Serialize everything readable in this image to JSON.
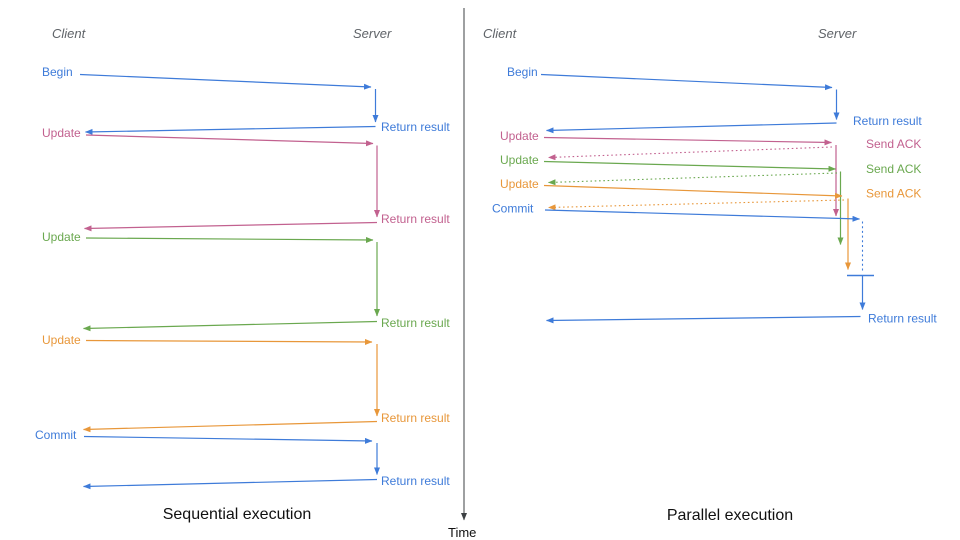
{
  "colors": {
    "blue": "#3e7bd9",
    "pink": "#c2618f",
    "green": "#6aa84f",
    "orange": "#e8973a",
    "axis": "#3c4043",
    "muted": "#5f6368",
    "title": "#111111"
  },
  "timeline": {
    "label": "Time"
  },
  "panels": {
    "left": {
      "title": "Sequential execution",
      "client": "Client",
      "server": "Server",
      "messages": [
        {
          "label": "Begin",
          "color": "blue",
          "response": "Return result"
        },
        {
          "label": "Update",
          "color": "pink",
          "response": "Return result"
        },
        {
          "label": "Update",
          "color": "green",
          "response": "Return result"
        },
        {
          "label": "Update",
          "color": "orange",
          "response": "Return result"
        },
        {
          "label": "Commit",
          "color": "blue",
          "response": "Return result"
        }
      ]
    },
    "right": {
      "title": "Parallel execution",
      "client": "Client",
      "server": "Server",
      "messages": [
        {
          "label": "Begin",
          "color": "blue",
          "response": "Return result"
        },
        {
          "label": "Update",
          "color": "pink",
          "response": "Send ACK"
        },
        {
          "label": "Update",
          "color": "green",
          "response": "Send ACK"
        },
        {
          "label": "Update",
          "color": "orange",
          "response": "Send ACK"
        },
        {
          "label": "Commit",
          "color": "blue",
          "response": "Return result"
        }
      ]
    }
  }
}
